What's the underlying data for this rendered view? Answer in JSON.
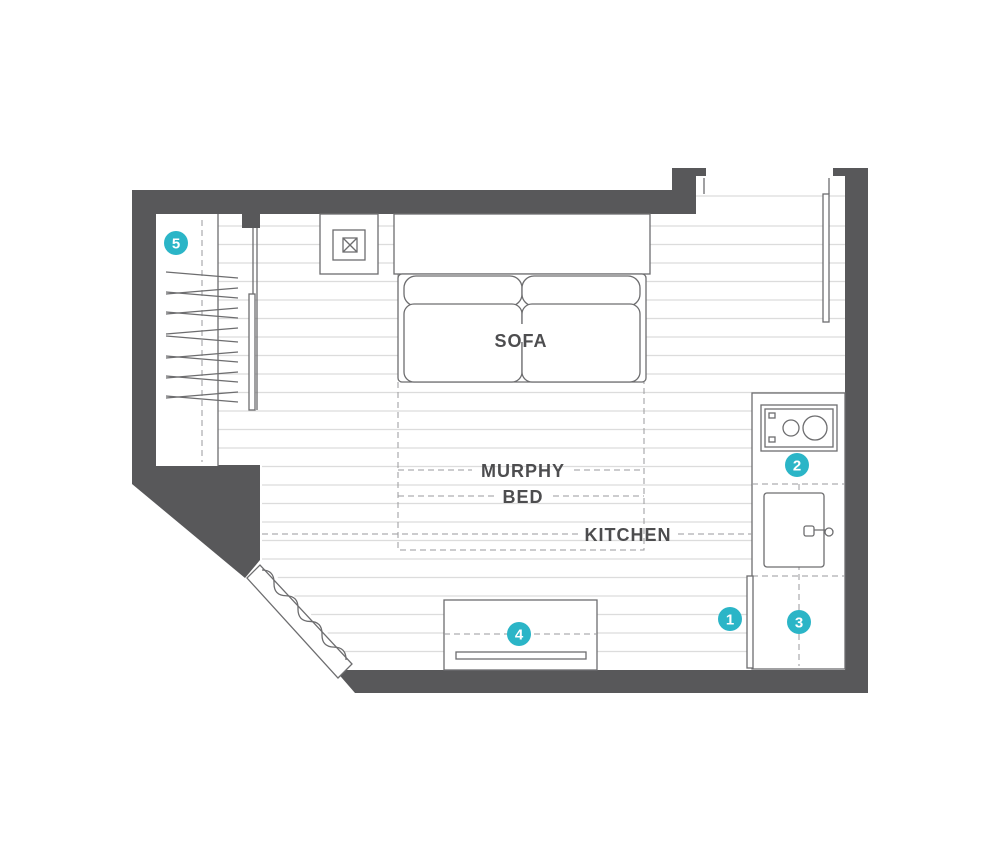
{
  "labels": {
    "sofa": "SOFA",
    "murphy_line1": "MURPHY",
    "murphy_line2": "BED",
    "kitchen": "KITCHEN"
  },
  "markers": [
    {
      "id": "1",
      "name": "marker-1"
    },
    {
      "id": "2",
      "name": "marker-2"
    },
    {
      "id": "3",
      "name": "marker-3"
    },
    {
      "id": "4",
      "name": "marker-4"
    },
    {
      "id": "5",
      "name": "marker-5"
    }
  ],
  "colors": {
    "wall": "#58585a",
    "marker": "#2bb5c7",
    "label": "#4d4d4f",
    "floor_lines": "#dcdcdc"
  }
}
